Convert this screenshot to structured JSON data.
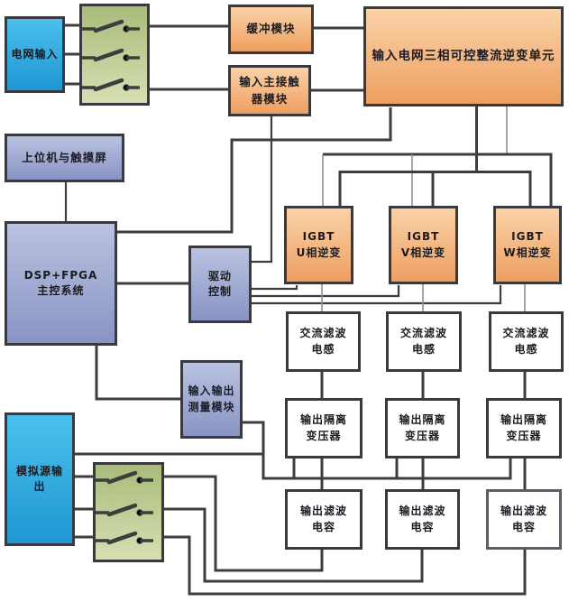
{
  "blocks": {
    "grid_input": {
      "label": "电网输入"
    },
    "buffer_module": {
      "label": "缓冲模块"
    },
    "main_contactor": {
      "label": "输入主接触\n器模块"
    },
    "rectifier_inverter": {
      "label": "输入电网三相可控整流逆变单元"
    },
    "host_touchscreen": {
      "label": "上位机与触摸屏"
    },
    "dsp_fpga": {
      "label": "DSP+FPGA\n主控系统"
    },
    "drive_control": {
      "label": "驱动\n控制"
    },
    "igbt_u": {
      "label": "IGBT\nU相逆变"
    },
    "igbt_v": {
      "label": "IGBT\nV相逆变"
    },
    "igbt_w": {
      "label": "IGBT\nW相逆变"
    },
    "ac_filter_inductor": {
      "label": "交流滤波\n电感"
    },
    "io_measurement": {
      "label": "输入输出\n测量模块"
    },
    "output_transformer": {
      "label": "输出隔离\n变压器"
    },
    "analog_source_output": {
      "label": "模拟源输\n出"
    },
    "output_filter_capacitor": {
      "label": "输出滤波\n电容"
    }
  },
  "colors": {
    "wire": "#3d3d3d",
    "wire-thin": "#8f8f8f",
    "border": "#3a3a3e",
    "text": "#1b1b22",
    "blue-top": "#4cc0ec",
    "blue-bottom": "#1f96d2",
    "green-top": "#a8bc7a",
    "green-bottom": "#d6dfb3",
    "orange-top": "#fad2a8",
    "orange-bottom": "#ee9f60",
    "purple-top": "#bac2e0",
    "purple-bottom": "#8994c4",
    "white-box": "#ffffff",
    "cap-w-border": "#5e5e66"
  }
}
